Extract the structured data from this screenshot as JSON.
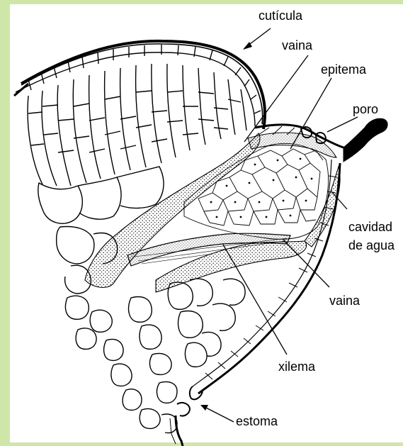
{
  "figure": {
    "labels": {
      "cuticula": "cutícula",
      "vaina_top": "vaina",
      "epitema": "epitema",
      "poro": "poro",
      "cavidad_1": "cavidad",
      "cavidad_2": "de agua",
      "vaina_bottom": "vaina",
      "xilema": "xilema",
      "estoma": "estoma"
    },
    "colors": {
      "frame": "#cfe6a9",
      "background": "#ffffff",
      "ink": "#000000"
    }
  }
}
